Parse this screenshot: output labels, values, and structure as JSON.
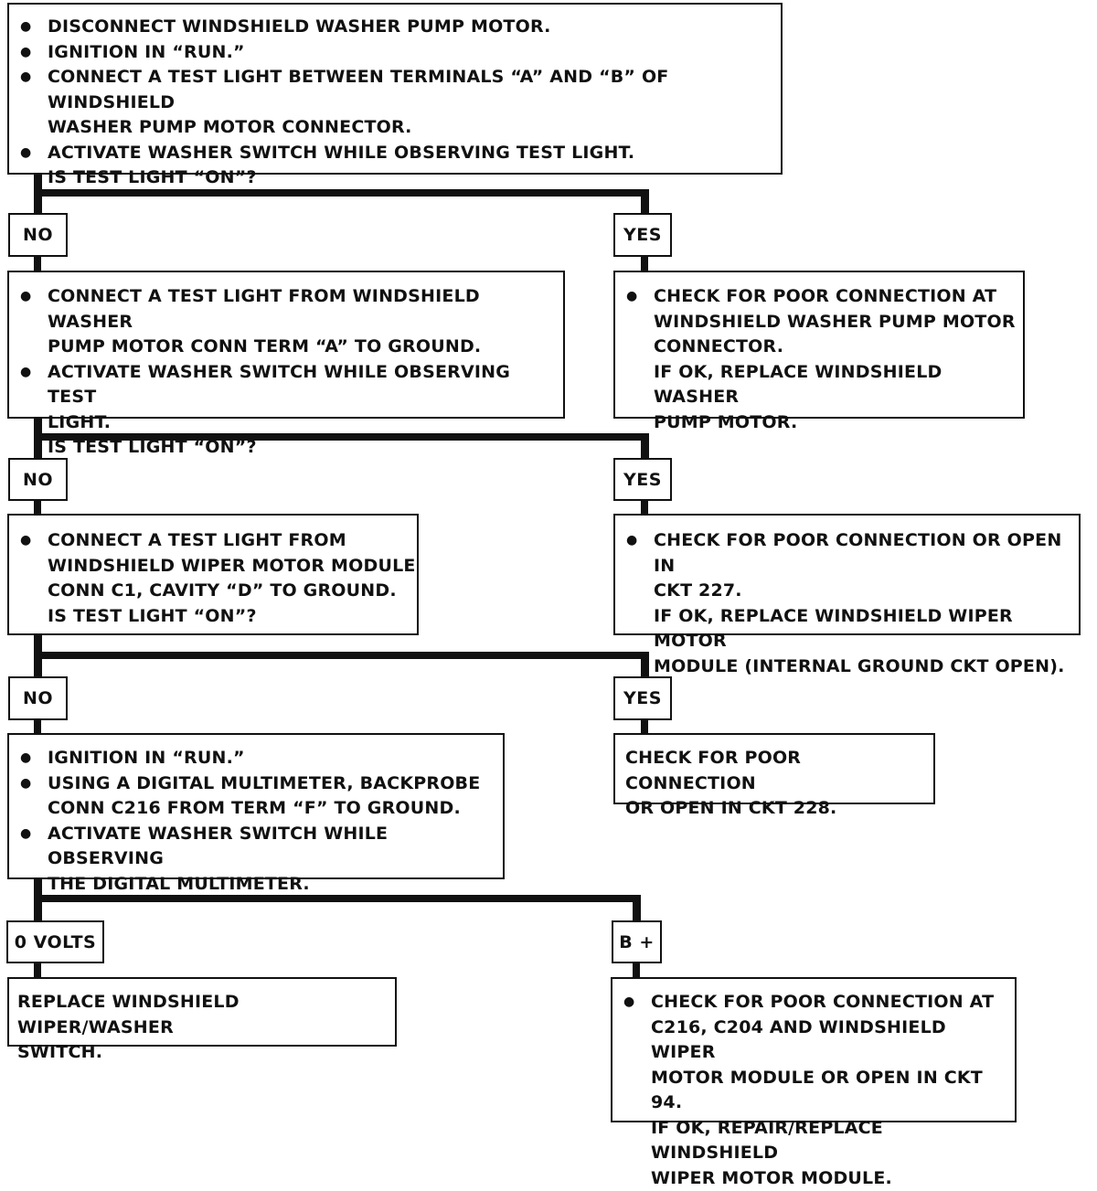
{
  "flowchart": {
    "start": {
      "bullets": [
        [
          "DISCONNECT WINDSHIELD WASHER PUMP MOTOR."
        ],
        [
          "IGNITION IN “RUN.”"
        ],
        [
          "CONNECT A TEST LIGHT BETWEEN TERMINALS “A” AND “B” OF WINDSHIELD",
          "WASHER PUMP MOTOR CONNECTOR."
        ],
        [
          "ACTIVATE WASHER SWITCH WHILE OBSERVING TEST LIGHT.",
          "IS TEST LIGHT “ON”?"
        ]
      ]
    },
    "step1": {
      "no_label": "NO",
      "yes_label": "YES",
      "no_box": {
        "bullets": [
          [
            "CONNECT A TEST LIGHT FROM WINDSHIELD WASHER",
            "PUMP MOTOR CONN TERM “A” TO GROUND."
          ],
          [
            "ACTIVATE WASHER SWITCH WHILE OBSERVING TEST",
            "LIGHT.",
            "IS TEST LIGHT “ON”?"
          ]
        ]
      },
      "yes_box": {
        "bullets": [
          [
            "CHECK FOR POOR CONNECTION AT",
            "WINDSHIELD WASHER PUMP MOTOR",
            "CONNECTOR.",
            "IF OK, REPLACE WINDSHIELD WASHER",
            "PUMP MOTOR."
          ]
        ]
      }
    },
    "step2": {
      "no_label": "NO",
      "yes_label": "YES",
      "no_box": {
        "bullets": [
          [
            "CONNECT A TEST LIGHT FROM",
            "WINDSHIELD WIPER MOTOR MODULE",
            "CONN C1, CAVITY “D” TO GROUND.",
            "IS TEST LIGHT “ON”?"
          ]
        ]
      },
      "yes_box": {
        "bullets": [
          [
            "CHECK FOR POOR CONNECTION OR OPEN IN",
            "CKT 227.",
            "IF OK, REPLACE WINDSHIELD WIPER MOTOR",
            "MODULE (INTERNAL GROUND CKT OPEN)."
          ]
        ]
      }
    },
    "step3": {
      "no_label": "NO",
      "yes_label": "YES",
      "no_box": {
        "bullets": [
          [
            "IGNITION IN “RUN.”"
          ],
          [
            "USING A DIGITAL MULTIMETER, BACKPROBE",
            "CONN C216 FROM TERM “F” TO GROUND."
          ],
          [
            "ACTIVATE WASHER SWITCH WHILE OBSERVING",
            "THE DIGITAL MULTIMETER."
          ]
        ]
      },
      "yes_box": {
        "lines": [
          "CHECK FOR POOR CONNECTION",
          "OR OPEN IN CKT 228."
        ]
      }
    },
    "step4": {
      "left_label": "0 VOLTS",
      "right_label": "B +",
      "left_box": {
        "lines": [
          "REPLACE WINDSHIELD WIPER/WASHER",
          "SWITCH."
        ]
      },
      "right_box": {
        "bullets": [
          [
            "CHECK FOR POOR CONNECTION AT",
            "C216, C204 AND WINDSHIELD WIPER",
            "MOTOR MODULE OR OPEN IN CKT 94.",
            "IF OK, REPAIR/REPLACE WINDSHIELD",
            "WIPER MOTOR MODULE."
          ]
        ]
      }
    }
  }
}
